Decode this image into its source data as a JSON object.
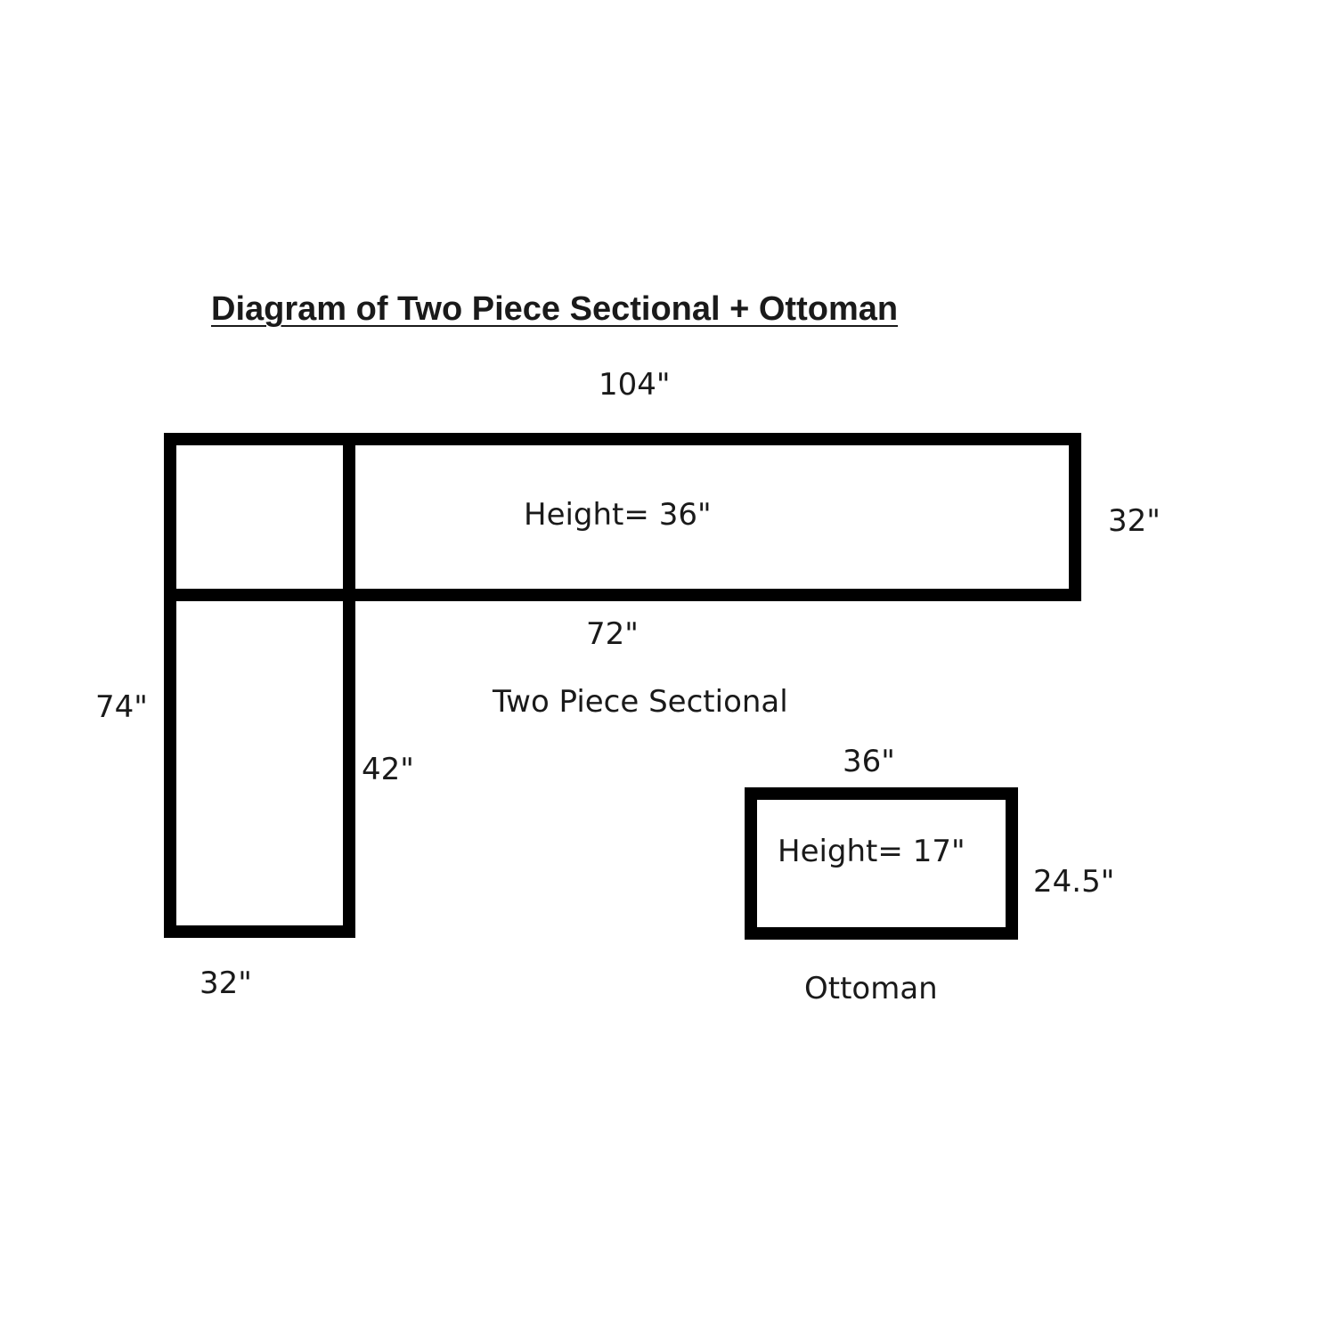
{
  "diagram": {
    "title": "Diagram of Two Piece Sectional + Ottoman",
    "sectional": {
      "caption": "Two Piece Sectional",
      "overall_width": "104\"",
      "long_piece_depth": "32\"",
      "long_piece_height": "Height= 36\"",
      "long_piece_inner_width": "72\"",
      "overall_length": "74\"",
      "short_piece_length": "42\"",
      "short_piece_width": "32\""
    },
    "ottoman": {
      "caption": "Ottoman",
      "width": "36\"",
      "depth": "24.5\"",
      "height": "Height= 17\""
    }
  }
}
